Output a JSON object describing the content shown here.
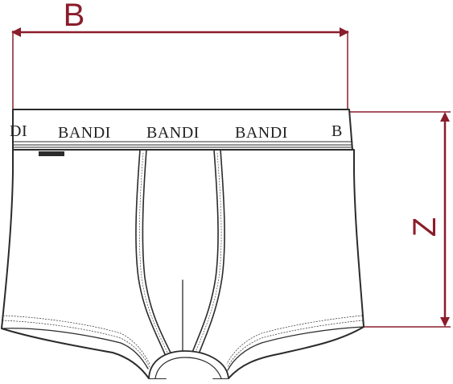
{
  "dimensions": {
    "width_label": "B",
    "height_label": "Z"
  },
  "waistband": {
    "segments": [
      "DI",
      "BANDI",
      "BANDI",
      "BANDI",
      "B"
    ]
  },
  "colors": {
    "dimension": "#8a1d2b",
    "outline": "#2b2b2b",
    "fill": "#ffffff"
  }
}
